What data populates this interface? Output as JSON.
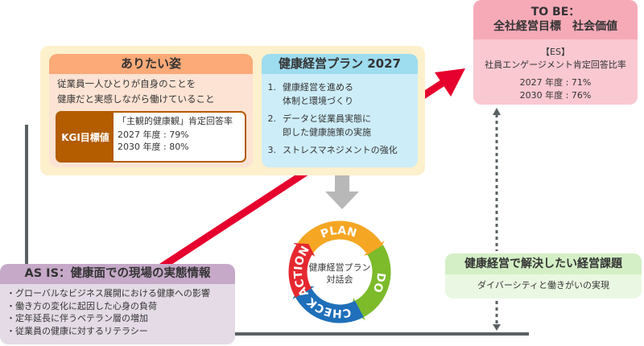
{
  "ideal": {
    "title": "ありたい姿",
    "lines": [
      "従業員一人ひとりが自身のことを",
      "健康だと実感しながら働けていること"
    ],
    "kgi": {
      "label": "KGI目標値",
      "metric": "「主観的健康観」肯定回答率",
      "values": [
        "2027 年度 : 79%",
        "2030 年度 : 80%"
      ]
    }
  },
  "plan": {
    "title": "健康経営プラン 2027",
    "items": [
      {
        "num": "1.",
        "lines": [
          "健康経営を進める",
          "体制と環境づくり"
        ]
      },
      {
        "num": "2.",
        "lines": [
          "データと従業員実態に",
          "即した健康施策の実施"
        ]
      },
      {
        "num": "3.",
        "lines": [
          "ストレスマネジメントの強化"
        ]
      }
    ]
  },
  "tobe": {
    "title_lines": [
      "TO BE：",
      "全社経営目標　社会価値"
    ],
    "tag": "【ES】",
    "metric": "社員エンゲージメント肯定回答比率",
    "values": [
      "2027 年度 : 71%",
      "2030 年度 : 76%"
    ]
  },
  "cycle": {
    "center_lines": [
      "健康経営プラン",
      "対話会"
    ],
    "stages": [
      {
        "label": "PLAN",
        "color": "#f5a623"
      },
      {
        "label": "DO",
        "color": "#7dbb2a"
      },
      {
        "label": "CHECK",
        "color": "#1f6fba"
      },
      {
        "label": "ACTION",
        "color": "#e5282f"
      }
    ]
  },
  "issue": {
    "title": "健康経営で解決したい経営課題",
    "text": "ダイバーシティと働きがいの実現"
  },
  "asis": {
    "title": "AS IS：健康面での現場の実態情報",
    "items": [
      "グローバルなビジネス展開における健康への影響",
      "働き方の変化に起因した心身の負荷",
      "定年延長に伴うベテラン層の増加",
      "従業員の健康に対するリテラシー"
    ]
  },
  "colors": {
    "arrow_red": "#e6002d",
    "line_gray": "#5a6163"
  }
}
